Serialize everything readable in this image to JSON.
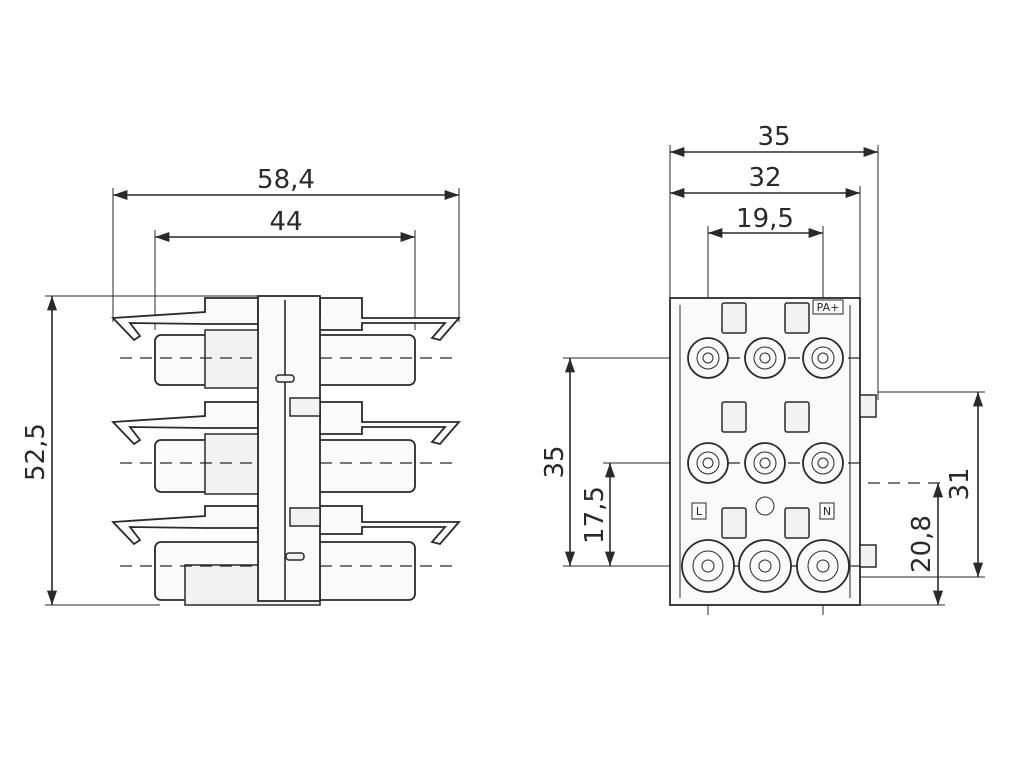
{
  "side_view": {
    "dim_width_outer": "58,4",
    "dim_width_inner": "44",
    "dim_height": "52,5"
  },
  "front_view": {
    "dim_width_outer": "35",
    "dim_width_mid": "32",
    "dim_pitch": "19,5",
    "dim_height_left": "35",
    "dim_half": "17,5",
    "dim_right_outer": "31",
    "dim_right_inner": "20,8",
    "marking_pe": "PA+",
    "marking_l": "L",
    "marking_n": "N"
  }
}
